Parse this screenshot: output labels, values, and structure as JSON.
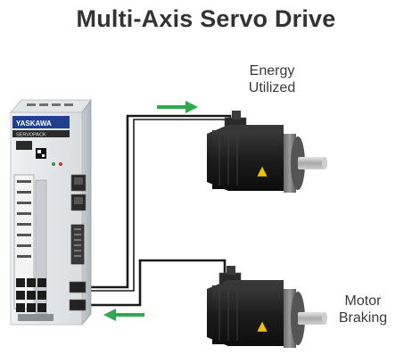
{
  "title": "Multi-Axis Servo Drive",
  "labels": {
    "energy_line1": "Energy",
    "energy_line2": "Utilized",
    "braking_line1": "Motor",
    "braking_line2": "Braking"
  },
  "drive": {
    "brand": "YASKAWA",
    "model": "SERVOPACK"
  },
  "colors": {
    "arrow": "#2fa84f",
    "cable": "#1a1a1a",
    "motor_body": "#1e1e1e",
    "warning": "#f2c200"
  }
}
